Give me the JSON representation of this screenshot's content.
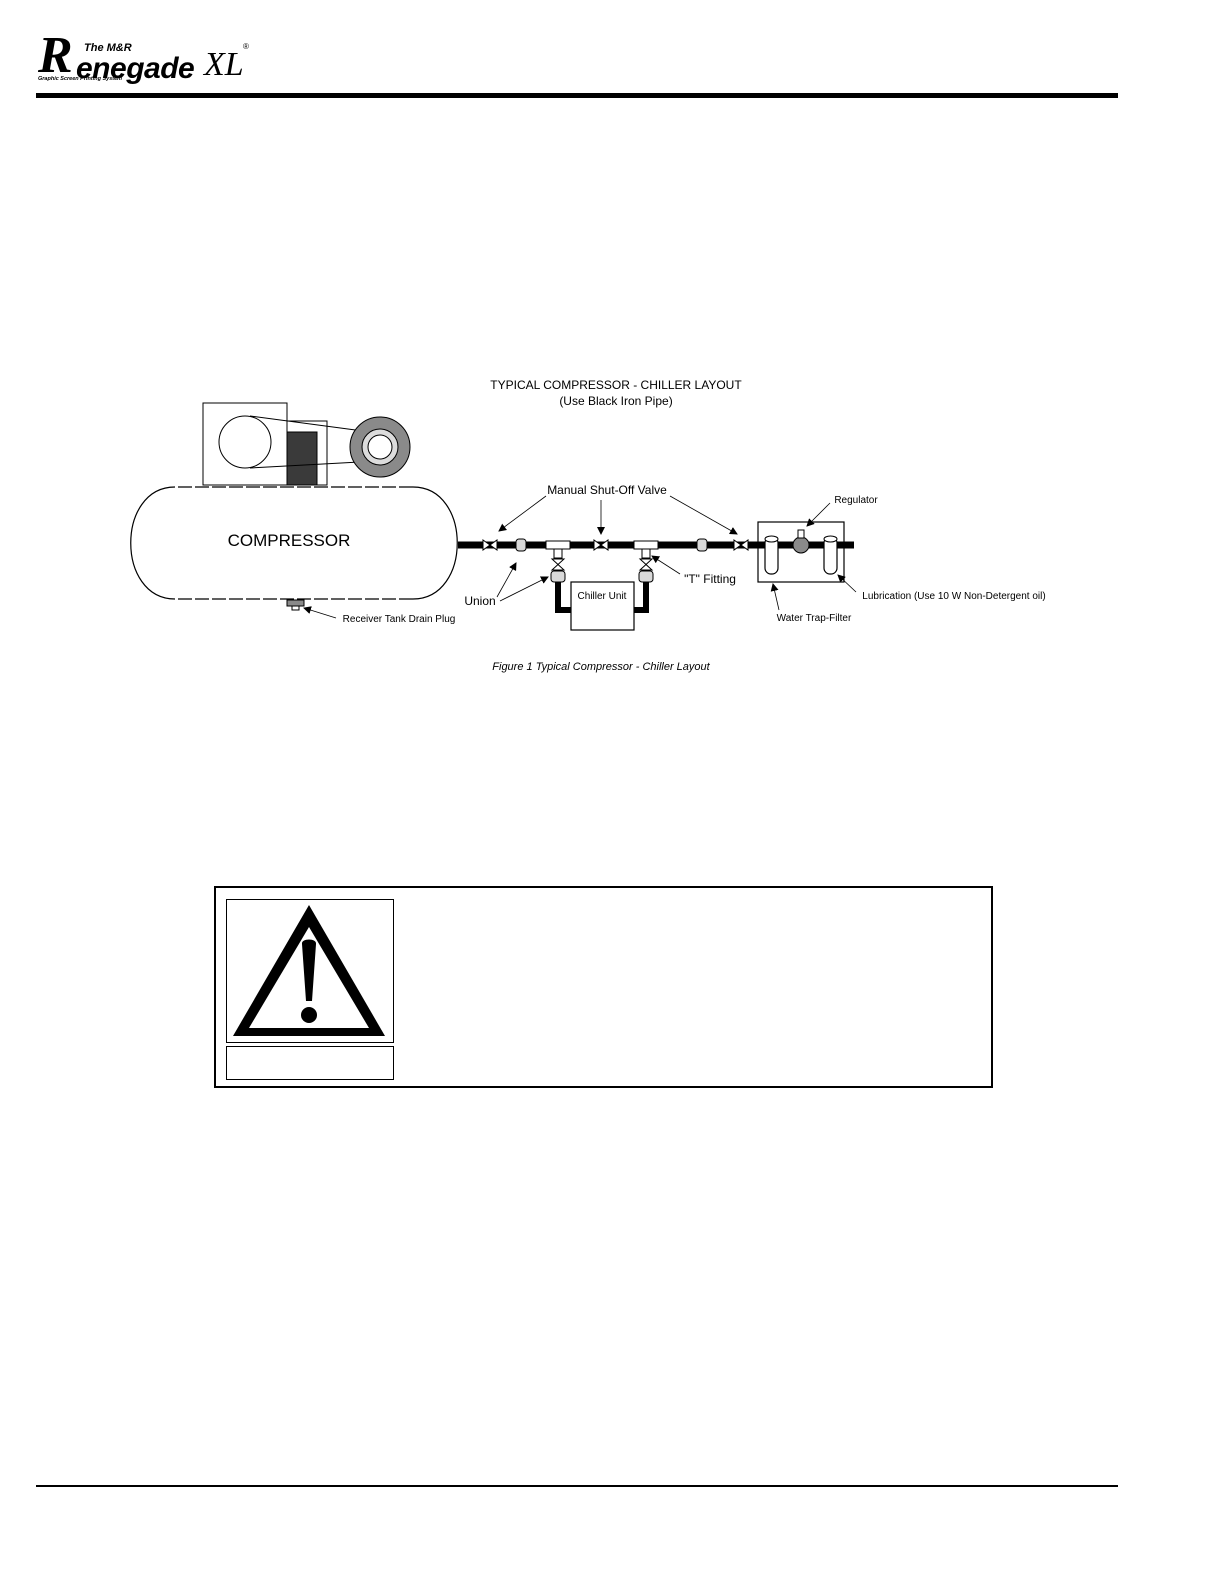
{
  "header": {
    "logo": {
      "initial": "R",
      "prefix": "The M&R",
      "word": "enegade",
      "suffix": "XL",
      "registered": "®",
      "tagline": "Graphic Screen Printing System"
    }
  },
  "figure": {
    "heading": "TYPICAL COMPRESSOR - CHILLER LAYOUT",
    "subheading": "(Use Black Iron Pipe)",
    "labels": {
      "compressor": "COMPRESSOR",
      "manual_valve": "Manual Shut-Off Valve",
      "regulator": "Regulator",
      "union": "Union",
      "t_fitting": "\"T\" Fitting",
      "chiller": "Chiller Unit",
      "lubrication": "Lubrication (Use 10 W Non-Detergent oil)",
      "drain_plug": "Receiver Tank Drain Plug",
      "water_trap": "Water Trap-Filter"
    },
    "caption": "Figure 1 Typical Compressor - Chiller Layout"
  },
  "colors": {
    "ink": "#000000",
    "motor_fill": "#3a3a3a",
    "wheel_fill": "#8a8a8a",
    "fitting_fill": "#d9d9d9"
  },
  "icons": {
    "warning": "warning-triangle-icon"
  }
}
